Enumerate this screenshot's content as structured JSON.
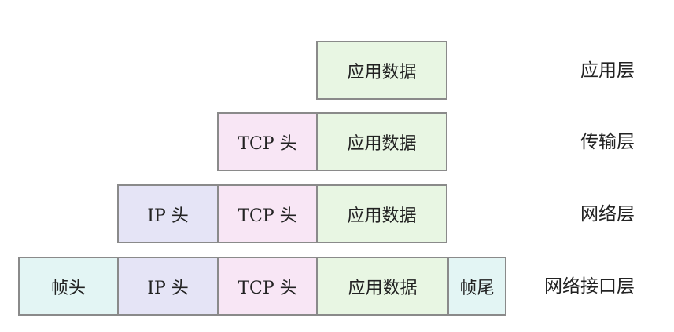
{
  "colors": {
    "data": "#e8f6e3",
    "tcp": "#f8e6f5",
    "ip": "#e5e4f6",
    "frame": "#e3f5f4",
    "border": "#8a8a8a"
  },
  "rows": [
    {
      "layer": "应用层",
      "segments": [
        {
          "kind": "data",
          "label": "应用数据"
        }
      ]
    },
    {
      "layer": "传输层",
      "segments": [
        {
          "kind": "tcp",
          "label": "TCP 头"
        },
        {
          "kind": "data",
          "label": "应用数据"
        }
      ]
    },
    {
      "layer": "网络层",
      "segments": [
        {
          "kind": "ip",
          "label": "IP 头"
        },
        {
          "kind": "tcp",
          "label": "TCP 头"
        },
        {
          "kind": "data",
          "label": "应用数据"
        }
      ]
    },
    {
      "layer": "网络接口层",
      "segments": [
        {
          "kind": "frame",
          "label": "帧头"
        },
        {
          "kind": "ip",
          "label": "IP 头"
        },
        {
          "kind": "tcp",
          "label": "TCP 头"
        },
        {
          "kind": "data",
          "label": "应用数据"
        },
        {
          "kind": "frame",
          "label": "帧尾"
        }
      ]
    }
  ]
}
